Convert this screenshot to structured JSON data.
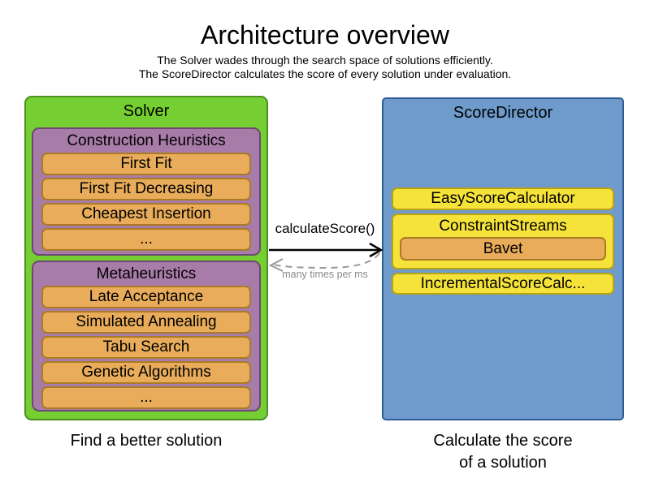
{
  "title": "Architecture overview",
  "subtitle_line1": "The Solver wades through the search space of solutions efficiently.",
  "subtitle_line2": "The ScoreDirector calculates the score of every solution under evaluation.",
  "solver": {
    "label": "Solver",
    "caption": "Find a better solution",
    "groups": [
      {
        "label": "Construction Heuristics",
        "items": [
          "First Fit",
          "First Fit Decreasing",
          "Cheapest Insertion",
          "..."
        ]
      },
      {
        "label": "Metaheuristics",
        "items": [
          "Late Acceptance",
          "Simulated Annealing",
          "Tabu Search",
          "Genetic Algorithms",
          "..."
        ]
      }
    ]
  },
  "score_director": {
    "label": "ScoreDirector",
    "caption_line1": "Calculate the score",
    "caption_line2": "of a solution",
    "calculators": [
      {
        "label": "EasyScoreCalculator"
      },
      {
        "label": "ConstraintStreams",
        "sub_items": [
          "Bavet"
        ]
      },
      {
        "label": "IncrementalScoreCalc..."
      }
    ]
  },
  "connection": {
    "call_label": "calculateScore()",
    "frequency_label": "many times per ms"
  },
  "colors": {
    "solver-green": "#75CE32",
    "solver-green-border": "#4B9021",
    "phase-purple": "#A87CA8",
    "phase-purple-border": "#6B4970",
    "algorithm-orange": "#E8AC5A",
    "algorithm-orange-border": "#AA7B24",
    "score-director-blue": "#6E9BCB",
    "score-director-blue-border": "#2F5C99",
    "calculator-yellow": "#F6E339",
    "calculator-yellow-border": "#B9A312",
    "arrow-black": "#000000",
    "return-arrow-gray": "#999999"
  }
}
